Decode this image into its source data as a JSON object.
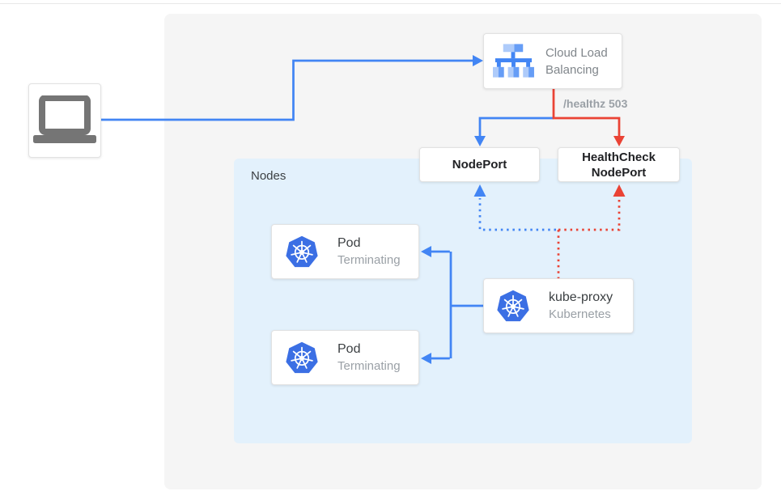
{
  "diagram": {
    "title_hint": "Kubernetes external load balancer health-check flow",
    "colors": {
      "line_blue": "#4285f4",
      "line_red": "#ea4335",
      "panel_gray": "#f5f5f5",
      "nodes_background": "#e3f1fc",
      "kubernetes_blue": "#3b6fe4",
      "icon_gray": "#757575"
    },
    "client": {
      "icon": "laptop-icon"
    },
    "load_balancer": {
      "label": "Cloud Load Balancing",
      "icon": "load-balancer-icon"
    },
    "healthz_label": "/healthz 503",
    "nodes_group": {
      "label": "Nodes"
    },
    "nodeport": {
      "label": "NodePort"
    },
    "healthcheck_nodeport": {
      "label": "HealthCheck NodePort"
    },
    "kube_proxy": {
      "title": "kube-proxy",
      "subtitle": "Kubernetes",
      "icon": "kubernetes-icon"
    },
    "pods": [
      {
        "title": "Pod",
        "subtitle": "Terminating",
        "icon": "kubernetes-icon"
      },
      {
        "title": "Pod",
        "subtitle": "Terminating",
        "icon": "kubernetes-icon"
      }
    ]
  }
}
